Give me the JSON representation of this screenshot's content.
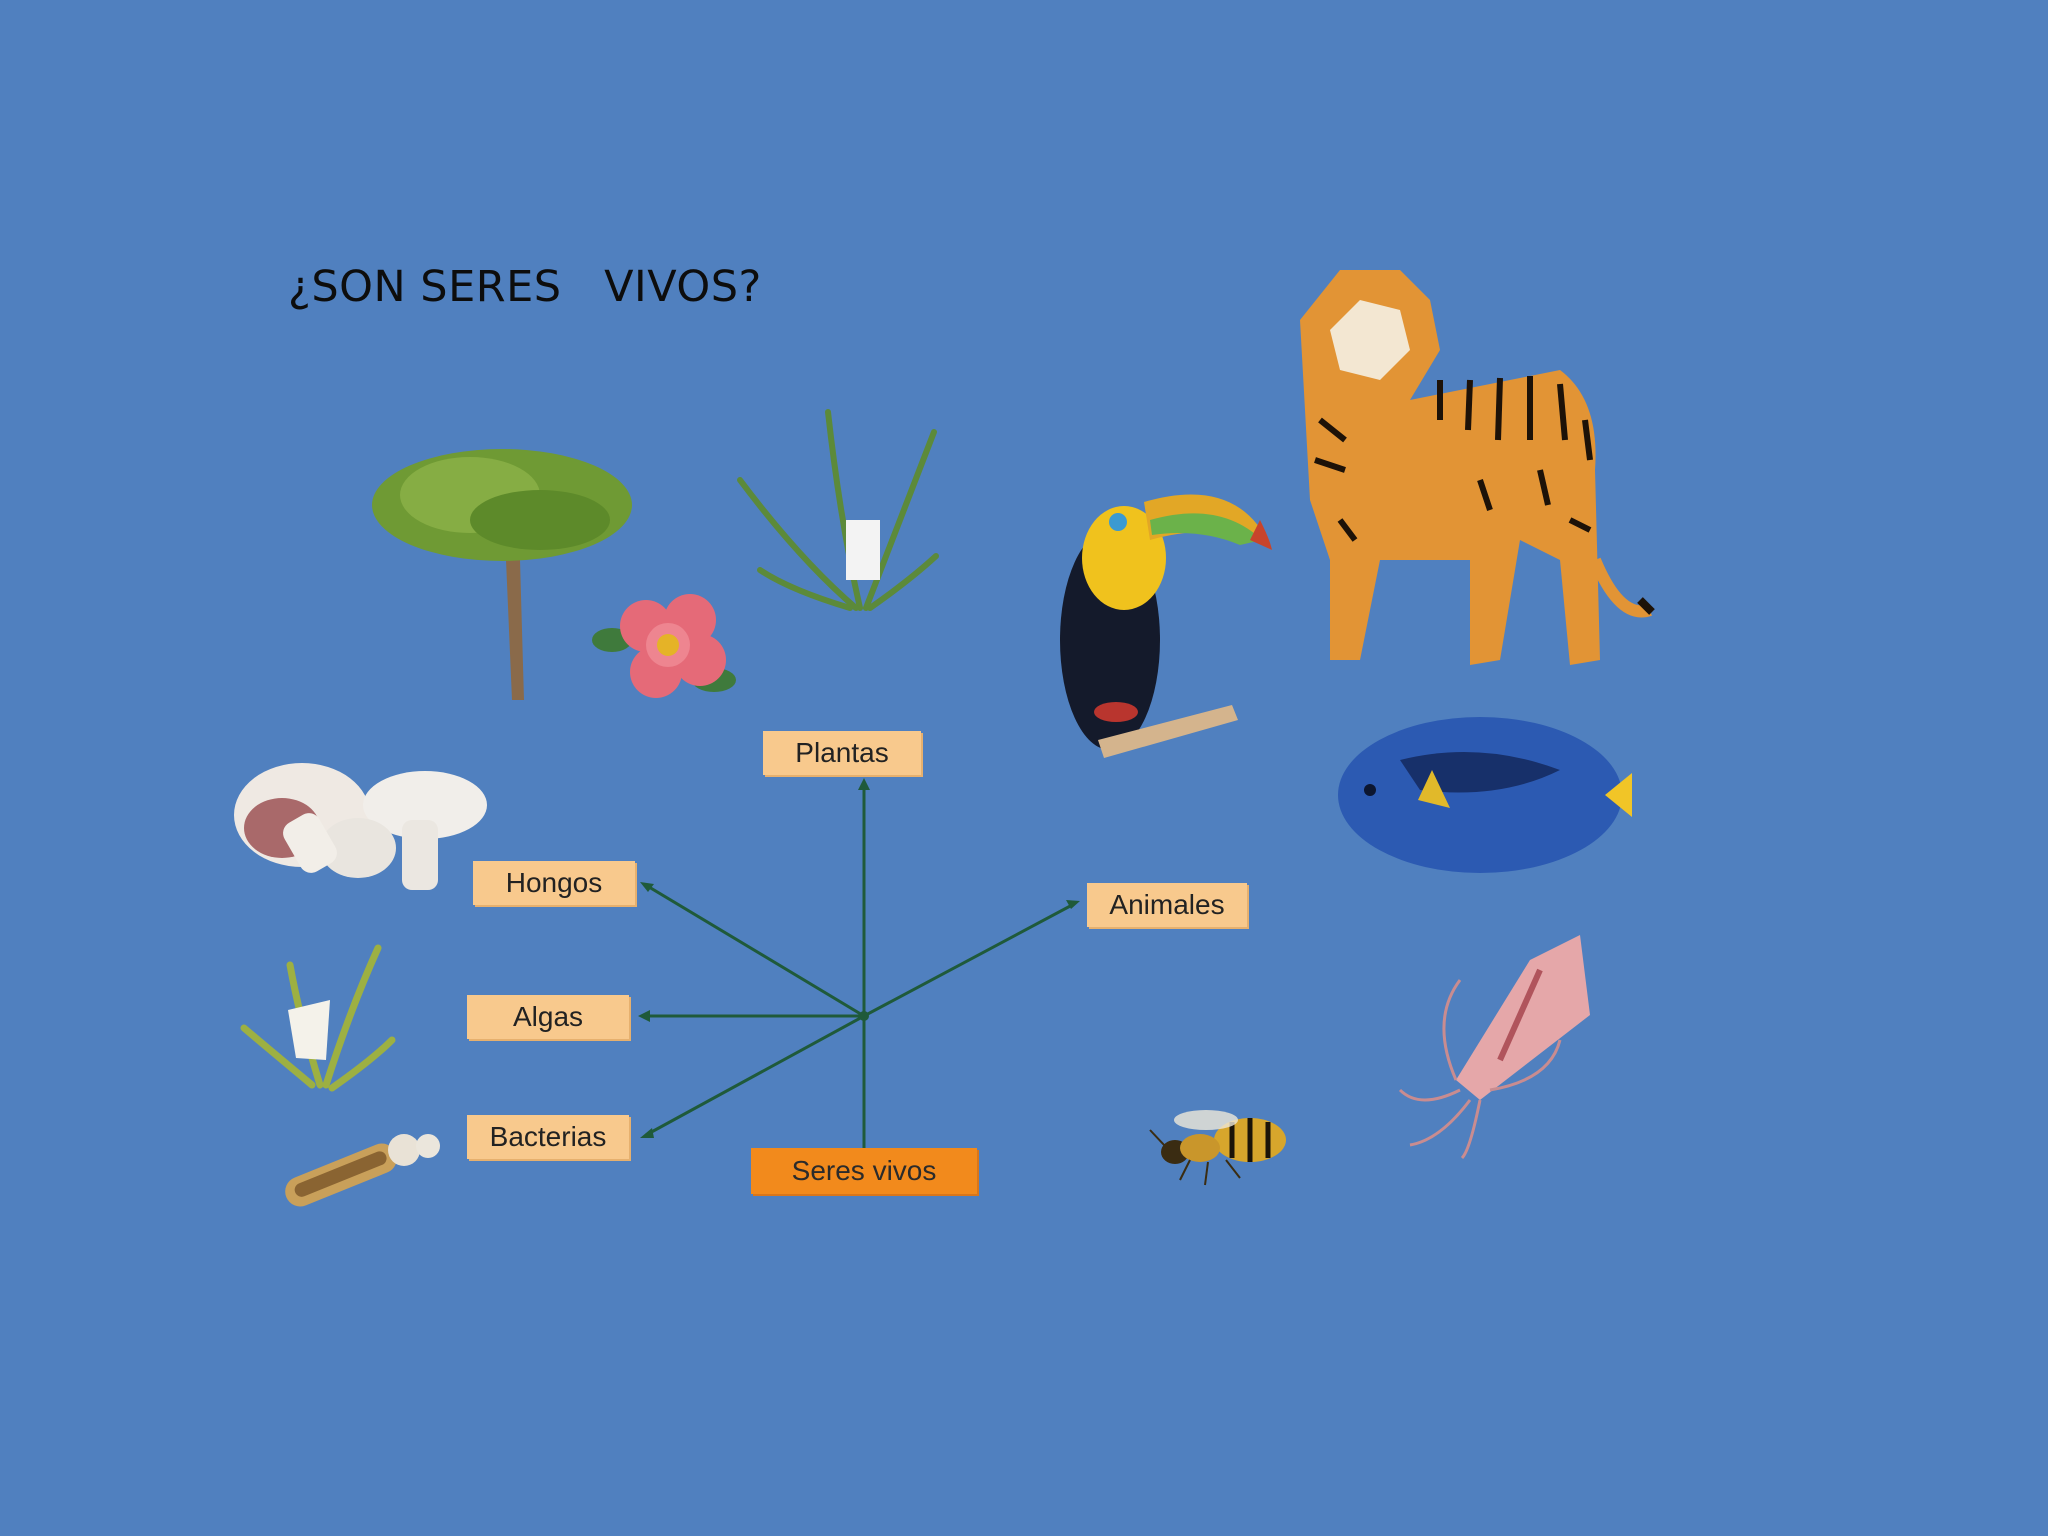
{
  "title": "¿SON SERES   VIVOS?",
  "diagram": {
    "root": "Seres vivos",
    "branches": {
      "plantas": "Plantas",
      "hongos": "Hongos",
      "algas": "Algas",
      "bacterias": "Bacterias",
      "animales": "Animales"
    }
  },
  "colors": {
    "background": "#5080bf",
    "box": "#f8c98d",
    "root_box": "#f28a1c",
    "line": "#1f5a3a"
  },
  "illustrations": [
    "tree-illustration",
    "flower-illustration",
    "fern-illustration",
    "mushroom-illustration",
    "algae-illustration",
    "bacteria-illustration",
    "toucan-illustration",
    "tiger-illustration",
    "fish-illustration",
    "squid-illustration",
    "wasp-illustration"
  ]
}
